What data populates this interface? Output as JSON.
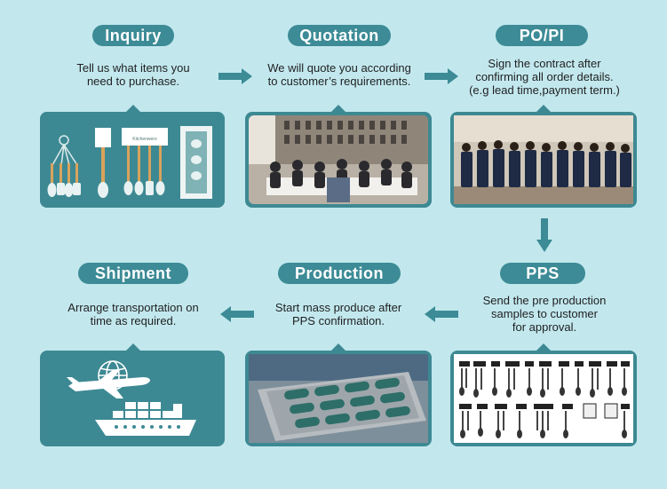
{
  "steps": {
    "inquiry": {
      "title": "Inquiry",
      "desc": "Tell us what items you\nneed to purchase."
    },
    "quotation": {
      "title": "Quotation",
      "desc": "We will quote you according\nto customer’s requirements."
    },
    "popi": {
      "title": "PO/PI",
      "desc": "Sign the contract after\nconfirming all order details.\n(e.g lead time,payment term.)"
    },
    "pps": {
      "title": "PPS",
      "desc": "Send the pre production\nsamples to customer\nfor approval."
    },
    "production": {
      "title": "Production",
      "desc": "Start mass produce after\nPPS confirmation."
    },
    "shipment": {
      "title": "Shipment",
      "desc": "Arrange transportation on\ntime as required."
    }
  },
  "colors": {
    "background": "#c2e8ee",
    "accent": "#3c8b96",
    "arrow": "#3c8b96"
  },
  "icons": [
    "utensil-set-photo",
    "office-meeting-photo",
    "team-photo",
    "product-samples-photo",
    "production-mold-photo",
    "plane-globe-ship-icon"
  ]
}
